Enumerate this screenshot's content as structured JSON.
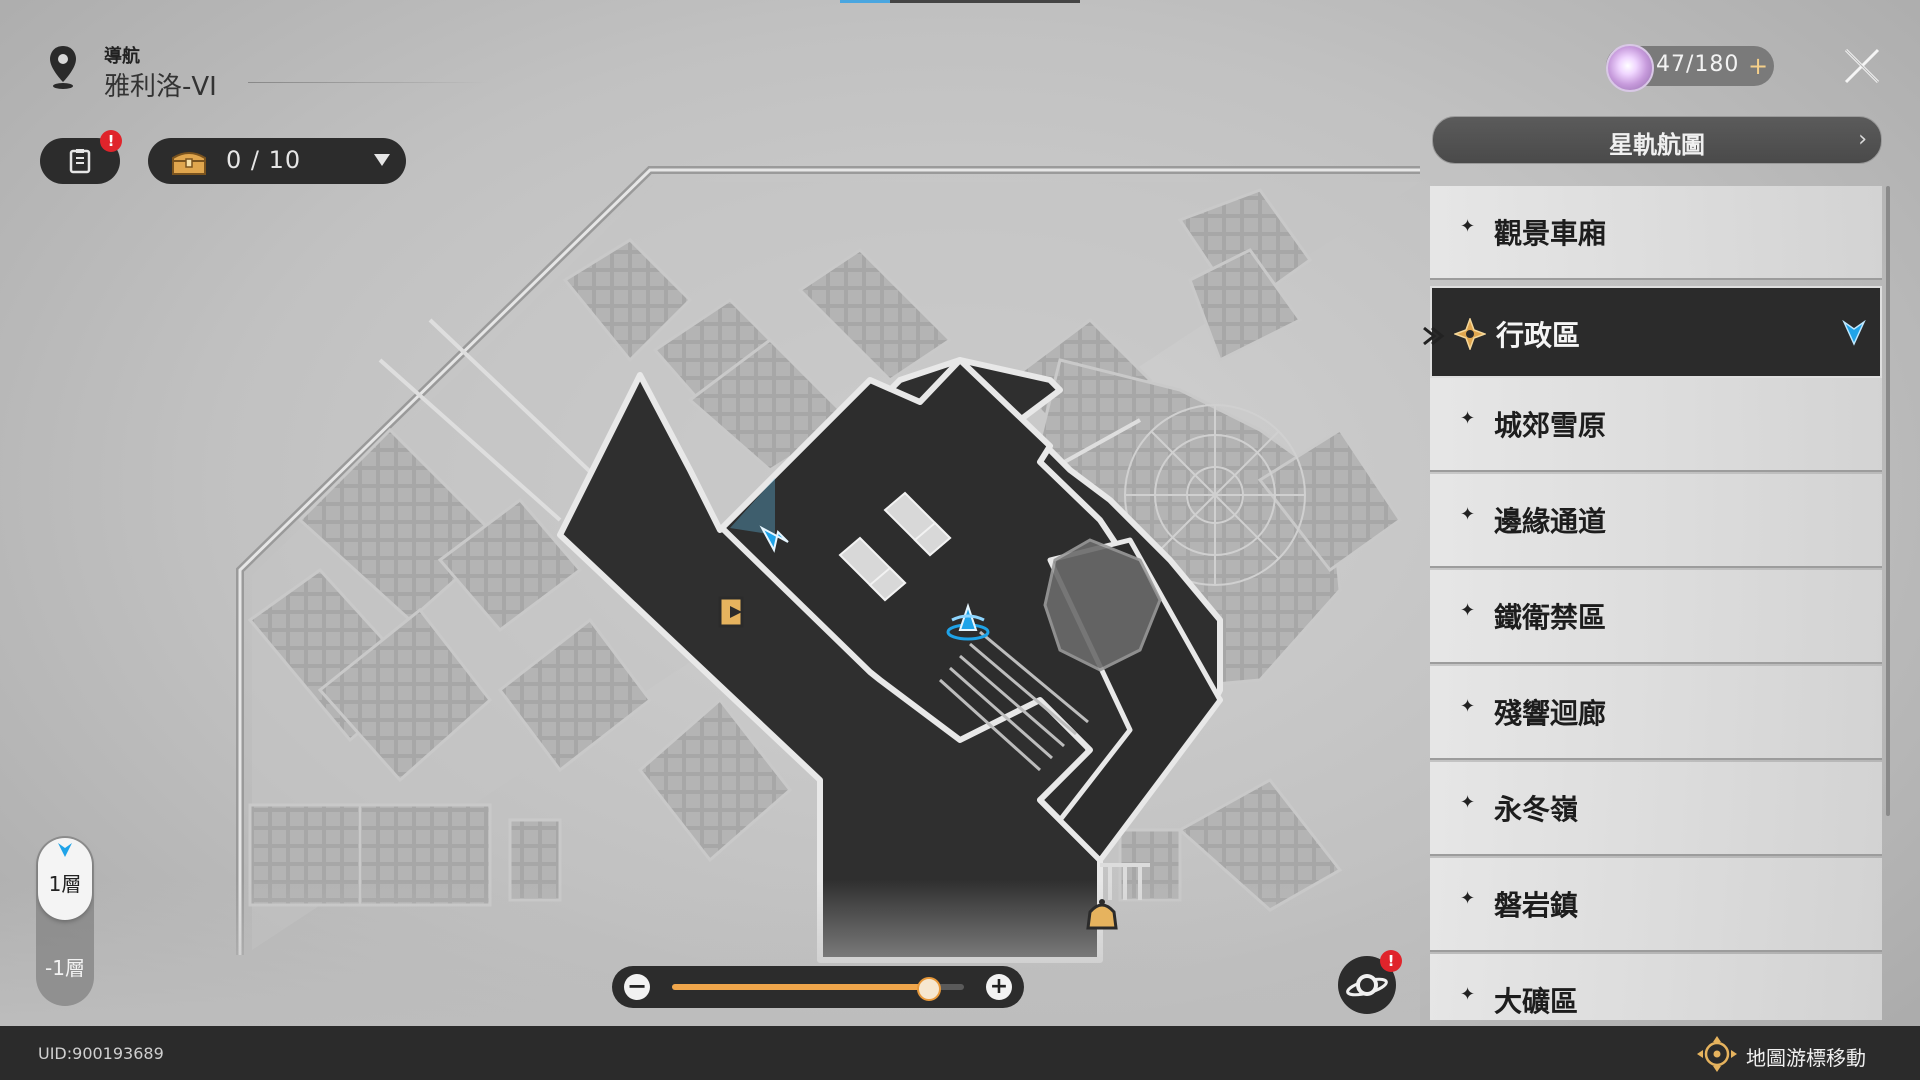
{
  "navigation": {
    "title": "導航",
    "location": "雅利洛-VI"
  },
  "mission_badge": "!",
  "chest": {
    "count": "0 / 10"
  },
  "stamina": {
    "value": "47/180",
    "plus": "+"
  },
  "star_rail_map": {
    "label": "星軌航圖"
  },
  "zones": [
    {
      "label": "觀景車廂",
      "active": false
    },
    {
      "label": "行政區",
      "active": true
    },
    {
      "label": "城郊雪原",
      "active": false
    },
    {
      "label": "邊緣通道",
      "active": false
    },
    {
      "label": "鐵衛禁區",
      "active": false
    },
    {
      "label": "殘響迴廊",
      "active": false
    },
    {
      "label": "永冬嶺",
      "active": false
    },
    {
      "label": "磐岩鎮",
      "active": false
    },
    {
      "label": "大礦區",
      "active": false
    }
  ],
  "floors": {
    "upper": "1層",
    "lower": "-1層",
    "selected": "1層"
  },
  "zoom": {
    "level": 0.88,
    "minus": "−",
    "plus": "+"
  },
  "planet_badge": "!",
  "footer": {
    "uid": "UID:900193689",
    "cursor_hint": "地圖游標移動"
  },
  "colors": {
    "accent": "#f0a64b",
    "player": "#1fa3e8",
    "badge": "#e0242b",
    "active_bg": "#2b2b2b"
  },
  "icons": {
    "location": "map-pin-icon",
    "mission": "clipboard-icon",
    "chest": "treasure-chest-icon",
    "close": "close-x-icon",
    "star_rail": "chevron-right-icon",
    "active_zone": "gold-compass-icon",
    "player": "player-arrow-icon",
    "teleport": "space-anchor-icon",
    "exit": "exit-door-icon",
    "shop": "bell-shop-icon",
    "planet": "planet-icon",
    "cursor": "cursor-move-icon"
  }
}
